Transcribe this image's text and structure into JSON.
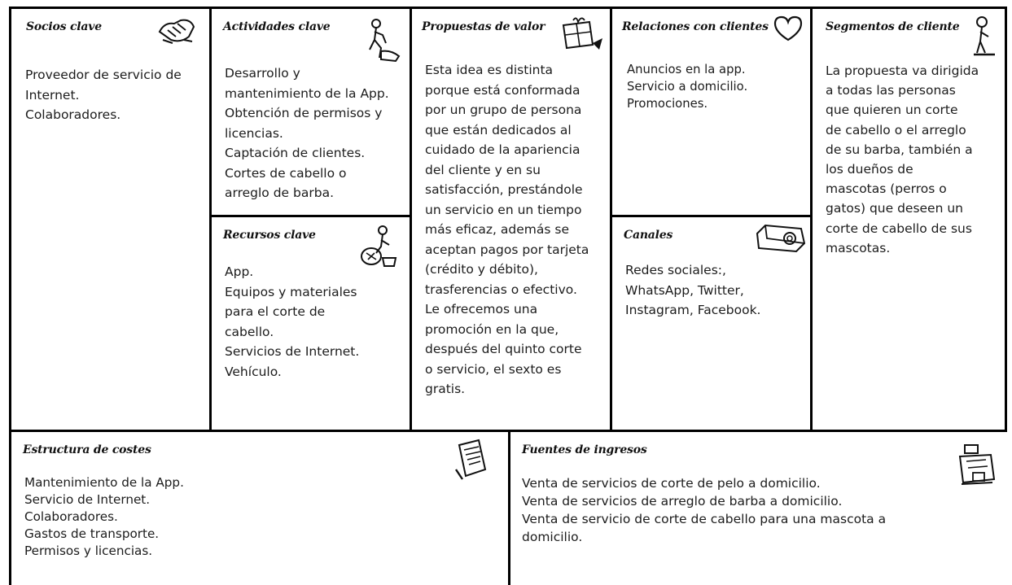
{
  "canvas": {
    "socios_clave": {
      "title": "Socios clave",
      "text": "Proveedor de servicio de\nInternet.\nColaboradores."
    },
    "actividades_clave": {
      "title": "Actividades clave",
      "text": "Desarrollo y\nmantenimiento de la App.\nObtención de permisos y\nlicencias.\nCaptación de clientes.\nCortes de cabello o\narreglo de barba."
    },
    "recursos_clave": {
      "title": "Recursos clave",
      "text": "App.\nEquipos y materiales\npara el corte de\ncabello.\nServicios de Internet.\nVehículo."
    },
    "propuestas_valor": {
      "title": "Propuestas de valor",
      "text": "Esta idea es distinta\nporque está conformada\npor un grupo de persona\nque están dedicados al\ncuidado de la apariencia\ndel cliente y en su\nsatisfacción, prestándole\nun servicio en un tiempo\nmás eficaz, además se\naceptan pagos por tarjeta\n(crédito y débito),\ntrasferencias o efectivo.\nLe ofrecemos una\npromoción en la que,\ndespués del quinto corte\no servicio, el sexto es\ngratis."
    },
    "relaciones_clientes": {
      "title": "Relaciones con clientes",
      "text": "Anuncios en la app.\nServicio a domicilio.\nPromociones."
    },
    "canales": {
      "title": "Canales",
      "text": "Redes sociales:,\nWhatsApp, Twitter,\nInstagram, Facebook."
    },
    "segmentos_cliente": {
      "title": "Segmentos de cliente",
      "text": "La propuesta va dirigida\na todas las personas\nque quieren un corte\nde cabello o el arreglo\nde su barba, también a\nlos dueños de\nmascotas (perros o\ngatos) que deseen un\ncorte de cabello de sus\nmascotas."
    },
    "estructura_costes": {
      "title": "Estructura de costes",
      "text": "Mantenimiento de la App.\nServicio de Internet.\nColaboradores.\nGastos de transporte.\nPermisos y licencias."
    },
    "fuentes_ingresos": {
      "title": "Fuentes de ingresos",
      "text": "Venta de servicios de corte de pelo a domicilio.\nVenta de servicios de arreglo de barba a domicilio.\nVenta de servicio de corte de cabello para una mascota a\ndomicilio."
    }
  },
  "icons": {
    "socios_clave": "handshake-icon",
    "actividades_clave": "worker-icon",
    "recursos_clave": "resources-icon",
    "propuestas_valor": "gift-icon",
    "relaciones_clientes": "heart-icon",
    "canales": "truck-icon",
    "segmentos_cliente": "person-icon",
    "estructura_costes": "receipt-icon",
    "fuentes_ingresos": "cash-register-icon"
  }
}
